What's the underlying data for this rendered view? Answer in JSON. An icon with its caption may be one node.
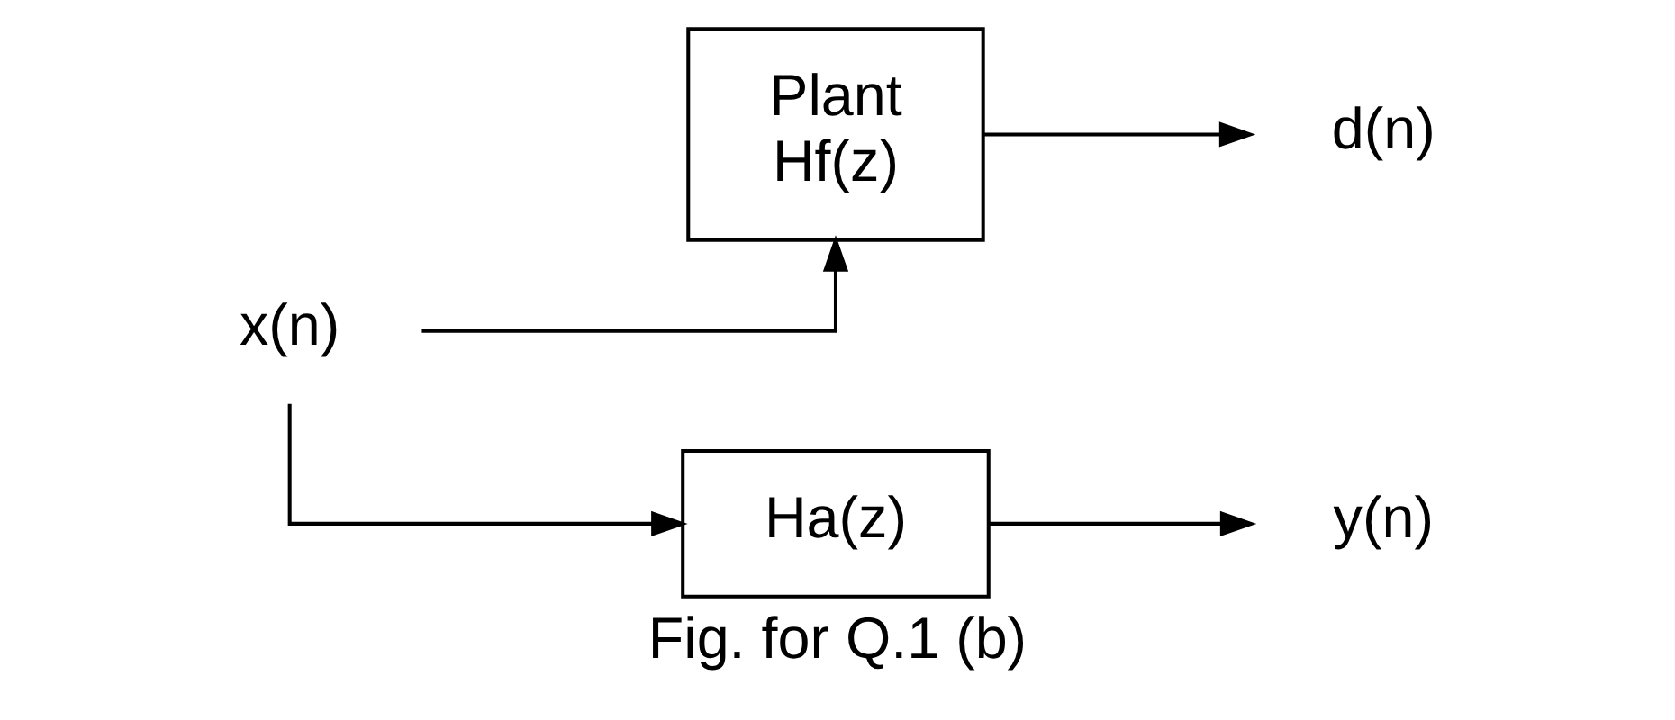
{
  "diagram": {
    "caption": "Fig. for Q.1 (b)",
    "nodes": [
      {
        "text": [
          "x(n)"
        ]
      },
      {
        "text": [
          "Plant",
          "Hf(z)"
        ]
      },
      {
        "text": [
          "Ha(z)"
        ]
      },
      {
        "text": [
          "d(n)"
        ]
      },
      {
        "text": [
          "y(n)"
        ]
      }
    ],
    "edges": [
      {
        "from": 0,
        "to": 1,
        "arrow": "to"
      },
      {
        "from": 0,
        "to": 2,
        "arrow": "to"
      },
      {
        "from": 1,
        "to": 3,
        "arrow": "to"
      },
      {
        "from": 2,
        "to": 4,
        "arrow": "to"
      }
    ]
  }
}
